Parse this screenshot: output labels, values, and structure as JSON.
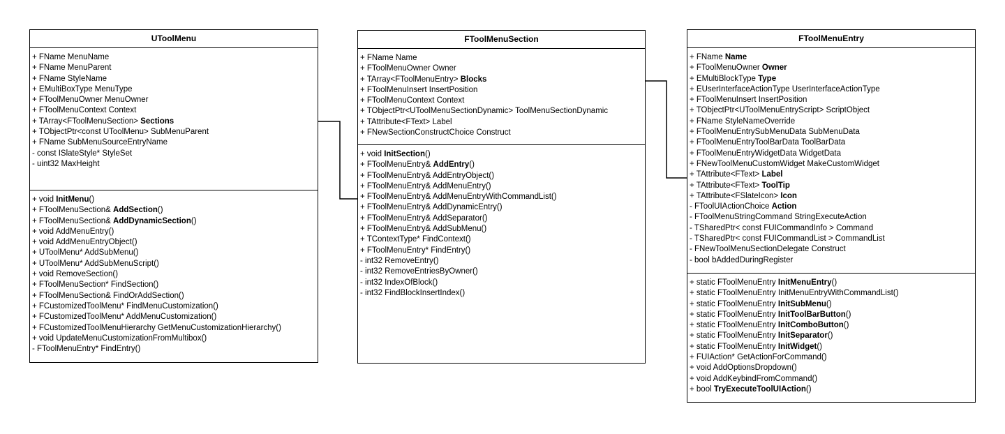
{
  "classes": [
    {
      "id": "utoolmenu",
      "name": "UToolMenu",
      "attributes": [
        [
          {
            "t": "+ FName MenuName"
          }
        ],
        [
          {
            "t": "+ FName MenuParent"
          }
        ],
        [
          {
            "t": "+ FName StyleName"
          }
        ],
        [
          {
            "t": "+ EMultiBoxType MenuType"
          }
        ],
        [
          {
            "t": "+ FToolMenuOwner MenuOwner"
          }
        ],
        [
          {
            "t": "+ FToolMenuContext Context"
          }
        ],
        [
          {
            "t": "+ TArray<FToolMenuSection> "
          },
          {
            "t": "Sections",
            "b": true
          }
        ],
        [
          {
            "t": "+ TObjectPtr<const UToolMenu> SubMenuParent"
          }
        ],
        [
          {
            "t": "+ FName SubMenuSourceEntryName"
          }
        ],
        [
          {
            "t": "- const ISlateStyle* StyleSet"
          }
        ],
        [
          {
            "t": "- uint32 MaxHeight"
          }
        ]
      ],
      "methods": [
        [
          {
            "t": "+ void "
          },
          {
            "t": "InitMenu",
            "b": true
          },
          {
            "t": "()"
          }
        ],
        [
          {
            "t": "+ FToolMenuSection& "
          },
          {
            "t": "AddSection",
            "b": true
          },
          {
            "t": "()"
          }
        ],
        [
          {
            "t": "+ FToolMenuSection& "
          },
          {
            "t": "AddDynamicSection",
            "b": true
          },
          {
            "t": "()"
          }
        ],
        [
          {
            "t": "+ void AddMenuEntry()"
          }
        ],
        [
          {
            "t": "+ void AddMenuEntryObject()"
          }
        ],
        [
          {
            "t": "+ UToolMenu* AddSubMenu()"
          }
        ],
        [
          {
            "t": "+ UToolMenu* AddSubMenuScript()"
          }
        ],
        [
          {
            "t": "+ void RemoveSection()"
          }
        ],
        [
          {
            "t": "+ FToolMenuSection* FindSection()"
          }
        ],
        [
          {
            "t": "+ FToolMenuSection& FindOrAddSection()"
          }
        ],
        [
          {
            "t": "+ FCustomizedToolMenu* FindMenuCustomization()"
          }
        ],
        [
          {
            "t": "+ FCustomizedToolMenu* AddMenuCustomization()"
          }
        ],
        [
          {
            "t": "+ FCustomizedToolMenuHierarchy GetMenuCustomizationHierarchy()"
          }
        ],
        [
          {
            "t": "+ void UpdateMenuCustomizationFromMultibox()"
          }
        ],
        [
          {
            "t": "- FToolMenuEntry* FindEntry()"
          }
        ]
      ]
    },
    {
      "id": "ftoolmenusection",
      "name": "FToolMenuSection",
      "attributes": [
        [
          {
            "t": "+ FName Name"
          }
        ],
        [
          {
            "t": "+ FToolMenuOwner Owner"
          }
        ],
        [
          {
            "t": "+ TArray<FToolMenuEntry> "
          },
          {
            "t": "Blocks",
            "b": true
          }
        ],
        [
          {
            "t": "+ FToolMenuInsert InsertPosition"
          }
        ],
        [
          {
            "t": "+ FToolMenuContext Context"
          }
        ],
        [
          {
            "t": "+ TObjectPtr<UToolMenuSectionDynamic> ToolMenuSectionDynamic"
          }
        ],
        [
          {
            "t": "+ TAttribute<FText> Label"
          }
        ],
        [
          {
            "t": "+ FNewSectionConstructChoice Construct"
          }
        ]
      ],
      "methods": [
        [
          {
            "t": "+ void "
          },
          {
            "t": "InitSection",
            "b": true
          },
          {
            "t": "()"
          }
        ],
        [
          {
            "t": "+ FToolMenuEntry& "
          },
          {
            "t": "AddEntry",
            "b": true
          },
          {
            "t": "()"
          }
        ],
        [
          {
            "t": "+ FToolMenuEntry& AddEntryObject()"
          }
        ],
        [
          {
            "t": "+ FToolMenuEntry& AddMenuEntry()"
          }
        ],
        [
          {
            "t": "+ FToolMenuEntry& AddMenuEntryWithCommandList()"
          }
        ],
        [
          {
            "t": "+ FToolMenuEntry& AddDynamicEntry()"
          }
        ],
        [
          {
            "t": "+ FToolMenuEntry& AddSeparator()"
          }
        ],
        [
          {
            "t": "+ FToolMenuEntry& AddSubMenu()"
          }
        ],
        [
          {
            "t": "+ TContextType* FindContext()"
          }
        ],
        [
          {
            "t": "+ FToolMenuEntry* FindEntry()"
          }
        ],
        [
          {
            "t": "- int32 RemoveEntry()"
          }
        ],
        [
          {
            "t": "- int32 RemoveEntriesByOwner()"
          }
        ],
        [
          {
            "t": "- int32 IndexOfBlock()"
          }
        ],
        [
          {
            "t": "- int32 FindBlockInsertIndex()"
          }
        ]
      ]
    },
    {
      "id": "ftoolmenuentry",
      "name": "FToolMenuEntry",
      "attributes": [
        [
          {
            "t": "+ FName "
          },
          {
            "t": "Name",
            "b": true
          }
        ],
        [
          {
            "t": "+ FToolMenuOwner "
          },
          {
            "t": "Owner",
            "b": true
          }
        ],
        [
          {
            "t": "+ EMultiBlockType "
          },
          {
            "t": "Type",
            "b": true
          }
        ],
        [
          {
            "t": "+ EUserInterfaceActionType UserInterfaceActionType"
          }
        ],
        [
          {
            "t": "+ FToolMenuInsert InsertPosition"
          }
        ],
        [
          {
            "t": "+ TObjectPtr<UToolMenuEntryScript> ScriptObject"
          }
        ],
        [
          {
            "t": "+ FName StyleNameOverride"
          }
        ],
        [
          {
            "t": "+ FToolMenuEntrySubMenuData SubMenuData"
          }
        ],
        [
          {
            "t": "+ FToolMenuEntryToolBarData ToolBarData"
          }
        ],
        [
          {
            "t": "+ FToolMenuEntryWidgetData WidgetData"
          }
        ],
        [
          {
            "t": "+ FNewToolMenuCustomWidget MakeCustomWidget"
          }
        ],
        [
          {
            "t": "+ TAttribute<FText> "
          },
          {
            "t": "Label",
            "b": true
          }
        ],
        [
          {
            "t": "+ TAttribute<FText> "
          },
          {
            "t": "ToolTip",
            "b": true
          }
        ],
        [
          {
            "t": "+ TAttribute<FSlateIcon> "
          },
          {
            "t": "Icon",
            "b": true
          }
        ],
        [
          {
            "t": "- FToolUIActionChoice "
          },
          {
            "t": "Action",
            "b": true
          }
        ],
        [
          {
            "t": "- FToolMenuStringCommand StringExecuteAction"
          }
        ],
        [
          {
            "t": "- TSharedPtr< const FUICommandInfo > Command"
          }
        ],
        [
          {
            "t": "- TSharedPtr< const FUICommandList > CommandList"
          }
        ],
        [
          {
            "t": "- FNewToolMenuSectionDelegate Construct"
          }
        ],
        [
          {
            "t": "- bool bAddedDuringRegister"
          }
        ]
      ],
      "methods": [
        [
          {
            "t": "+ static FToolMenuEntry "
          },
          {
            "t": "InitMenuEntry",
            "b": true
          },
          {
            "t": "()"
          }
        ],
        [
          {
            "t": "+ static FToolMenuEntry InitMenuEntryWithCommandList()"
          }
        ],
        [
          {
            "t": "+ static FToolMenuEntry "
          },
          {
            "t": "InitSubMenu",
            "b": true
          },
          {
            "t": "()"
          }
        ],
        [
          {
            "t": "+ static FToolMenuEntry "
          },
          {
            "t": "InitToolBarButton",
            "b": true
          },
          {
            "t": "()"
          }
        ],
        [
          {
            "t": "+ static FToolMenuEntry "
          },
          {
            "t": "InitComboButton",
            "b": true
          },
          {
            "t": "()"
          }
        ],
        [
          {
            "t": "+ static FToolMenuEntry "
          },
          {
            "t": "InitSeparator",
            "b": true
          },
          {
            "t": "()"
          }
        ],
        [
          {
            "t": "+ static FToolMenuEntry "
          },
          {
            "t": "InitWidget",
            "b": true
          },
          {
            "t": "()"
          }
        ],
        [
          {
            "t": "+ FUIAction* GetActionForCommand()"
          }
        ],
        [
          {
            "t": "+ void AddOptionsDropdown()"
          }
        ],
        [
          {
            "t": "+ void AddKeybindFromCommand()"
          }
        ],
        [
          {
            "t": "+ bool "
          },
          {
            "t": "TryExecuteToolUIAction",
            "b": true
          },
          {
            "t": "()"
          }
        ]
      ]
    }
  ]
}
